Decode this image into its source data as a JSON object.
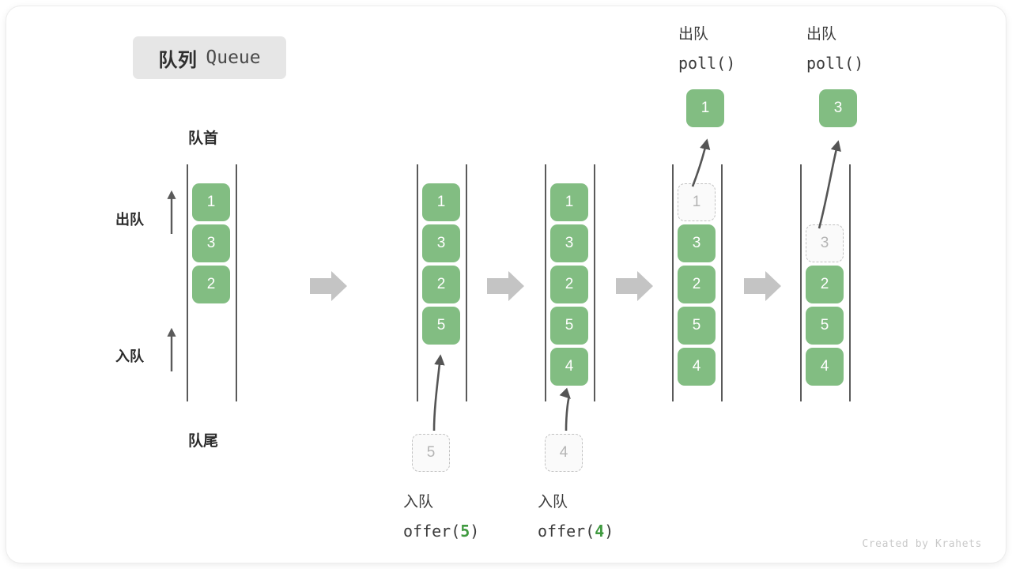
{
  "title": {
    "cn": "队列",
    "en": "Queue"
  },
  "labels": {
    "front": "队首",
    "rear": "队尾",
    "dequeue": "出队",
    "enqueue": "入队"
  },
  "watermark": "Created by Krahets",
  "colors": {
    "cell_fill": "#82bd82",
    "cell_text": "#ffffff",
    "ghost_border": "#c2c2c2",
    "ghost_text": "#b4b4b4",
    "rail": "#5a5a5a",
    "arrow": "#555555",
    "sep_arrow": "#c4c4c4",
    "accent_green": "#3f9a3f",
    "badge_bg": "#e6e6e6"
  },
  "icons": {
    "separator": "right-block-arrow",
    "up_arrow": "up-arrow",
    "curve_arrow": "curved-arrow"
  },
  "stages": [
    {
      "id": "initial",
      "cells": [
        "1",
        "3",
        "2"
      ],
      "ghost": null,
      "floating": null,
      "caption": null
    },
    {
      "id": "offer-5",
      "cells": [
        "1",
        "3",
        "2",
        "5"
      ],
      "ghost": {
        "value": "5",
        "position": "below"
      },
      "floating": null,
      "caption": {
        "cn": "入队",
        "call_prefix": "offer(",
        "call_value": "5",
        "call_suffix": ")"
      }
    },
    {
      "id": "offer-4",
      "cells": [
        "1",
        "3",
        "2",
        "5",
        "4"
      ],
      "ghost": {
        "value": "4",
        "position": "below"
      },
      "floating": null,
      "caption": {
        "cn": "入队",
        "call_prefix": "offer(",
        "call_value": "4",
        "call_suffix": ")"
      }
    },
    {
      "id": "poll-1",
      "cells": [
        "3",
        "2",
        "5",
        "4"
      ],
      "ghost": {
        "value": "1",
        "position": "slot0"
      },
      "floating": {
        "value": "1"
      },
      "caption": {
        "cn": "出队",
        "call_prefix": "poll(",
        "call_value": "",
        "call_suffix": ")"
      }
    },
    {
      "id": "poll-3",
      "cells": [
        "2",
        "5",
        "4"
      ],
      "ghost": {
        "value": "3",
        "position": "slot1"
      },
      "floating": {
        "value": "3"
      },
      "caption": {
        "cn": "出队",
        "call_prefix": "poll(",
        "call_value": "",
        "call_suffix": ")"
      }
    }
  ]
}
